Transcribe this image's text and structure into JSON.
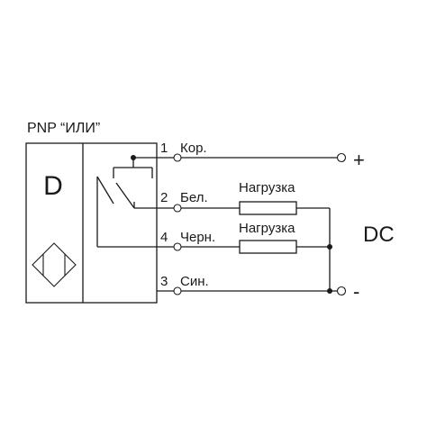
{
  "diagram": {
    "title": "PNP “ИЛИ”",
    "sensor_letter": "D",
    "wires": [
      {
        "number": "1",
        "label": "Кор."
      },
      {
        "number": "2",
        "label": "Бел."
      },
      {
        "number": "4",
        "label": "Черн."
      },
      {
        "number": "3",
        "label": "Син."
      }
    ],
    "loads": [
      "Нагрузка",
      "Нагрузка"
    ],
    "supply": {
      "label": "DC",
      "plus": "+",
      "minus": "-"
    }
  }
}
